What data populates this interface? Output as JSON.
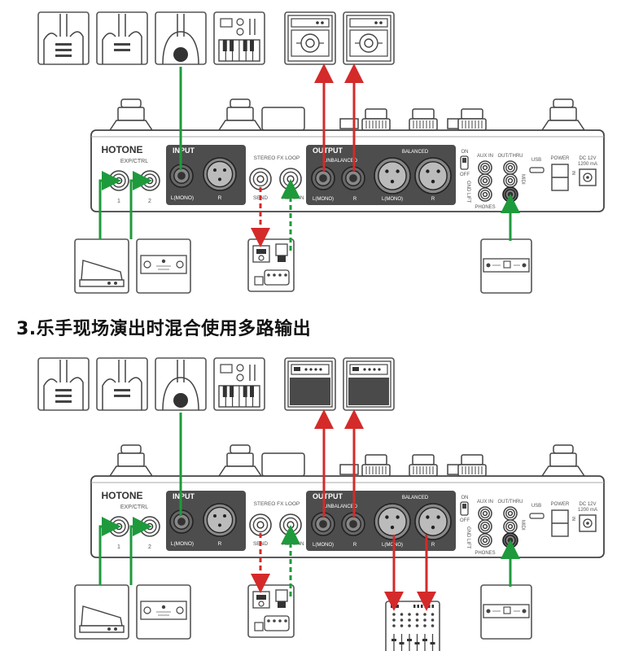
{
  "section_heading": "3.乐手现场演出时混合使用多路输出",
  "panel": {
    "brand": "HOTONE",
    "exp_ctrl": "EXP/CTRL",
    "exp_1": "1",
    "exp_2": "2",
    "input": "INPUT",
    "input_l": "L(MONO)",
    "input_r": "R",
    "fx_loop": "STEREO FX LOOP",
    "fx_send": "SEND",
    "fx_return": "RETURN",
    "output": "OUTPUT",
    "unbalanced": "UNBALANCED",
    "balanced": "BALANCED",
    "out_l": "L(MONO)",
    "out_r": "R",
    "bal_l": "L(MONO)",
    "bal_r": "R",
    "switch_on": "ON",
    "switch_off": "OFF",
    "gnd_lift": "GND LIFT",
    "aux_in": "AUX IN",
    "phones": "PHONES",
    "out_thru": "OUT/THRU",
    "midi": "MIDI",
    "in": "IN",
    "usb": "USB",
    "power": "POWER",
    "dc": "DC 12V",
    "ma": "1200 mA"
  },
  "colors": {
    "input_signal": "#1e9a3c",
    "output_signal": "#d42a2a",
    "panel_dark": "#4d4d4d",
    "outline": "#555555"
  },
  "icons": [
    "electric-guitar-icon",
    "bass-guitar-icon",
    "acoustic-guitar-icon",
    "keyboard-icon",
    "amp-head-icon",
    "fx-pedal-icon",
    "expression-pedal-icon",
    "footswitch-icon",
    "midi-controller-icon",
    "mixer-icon",
    "combo-amp-icon"
  ]
}
